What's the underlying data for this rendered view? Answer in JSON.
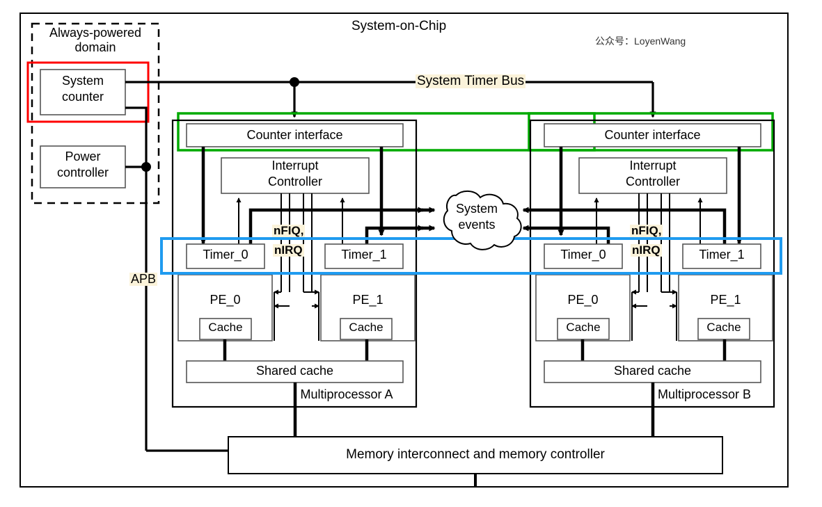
{
  "diagram": {
    "title": "System-on-Chip",
    "watermark": "公众号：LoyenWang"
  },
  "always_powered_domain": {
    "label": "Always-powered domain",
    "label_line1": "Always-powered",
    "label_line2": "domain",
    "blocks": [
      {
        "name": "system-counter",
        "line1": "System",
        "line2": "counter"
      },
      {
        "name": "power-controller",
        "line1": "Power",
        "line2": "controller"
      }
    ],
    "highlight_color": "#ff0000"
  },
  "buses": {
    "system_timer_bus": "System Timer Bus",
    "apb": "APB"
  },
  "system_events": {
    "line1": "System",
    "line2": "events"
  },
  "signals": {
    "nfiq": "nFIQ,",
    "nirq": "nIRQ"
  },
  "highlights": {
    "counter_interface_box": "#00aa00",
    "timer_box": "#1f9bf0",
    "label_background": "#fbf3da"
  },
  "multiprocessors": [
    {
      "name": "Multiprocessor A",
      "counter_interface": "Counter interface",
      "interrupt_controller_line1": "Interrupt",
      "interrupt_controller_line2": "Controller",
      "timers": [
        "Timer_0",
        "Timer_1"
      ],
      "pes": [
        {
          "label": "PE_0",
          "cache": "Cache"
        },
        {
          "label": "PE_1",
          "cache": "Cache"
        }
      ],
      "shared_cache": "Shared cache"
    },
    {
      "name": "Multiprocessor B",
      "counter_interface": "Counter interface",
      "interrupt_controller_line1": "Interrupt",
      "interrupt_controller_line2": "Controller",
      "timers": [
        "Timer_0",
        "Timer_1"
      ],
      "pes": [
        {
          "label": "PE_0",
          "cache": "Cache"
        },
        {
          "label": "PE_1",
          "cache": "Cache"
        }
      ],
      "shared_cache": "Shared cache"
    }
  ],
  "memory": {
    "label": "Memory interconnect and memory controller"
  }
}
